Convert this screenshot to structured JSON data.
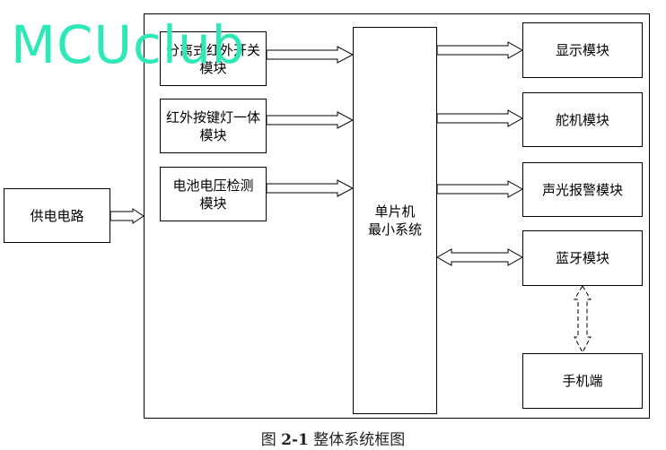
{
  "watermark": "MCUclub",
  "blocks": {
    "power": "供电电路",
    "ir_switch": "分离式红外开关\n模块",
    "ir_button": "红外按键灯一体\n模块",
    "battery": "电池电压检测\n模块",
    "mcu": "单片机\n最小系统",
    "display": "显示模块",
    "servo": "舵机模块",
    "alarm": "声光报警模块",
    "bluetooth": "蓝牙模块",
    "phone": "手机端"
  },
  "caption": {
    "prefix": "图",
    "number": "2-1",
    "title": "整体系统框图"
  }
}
